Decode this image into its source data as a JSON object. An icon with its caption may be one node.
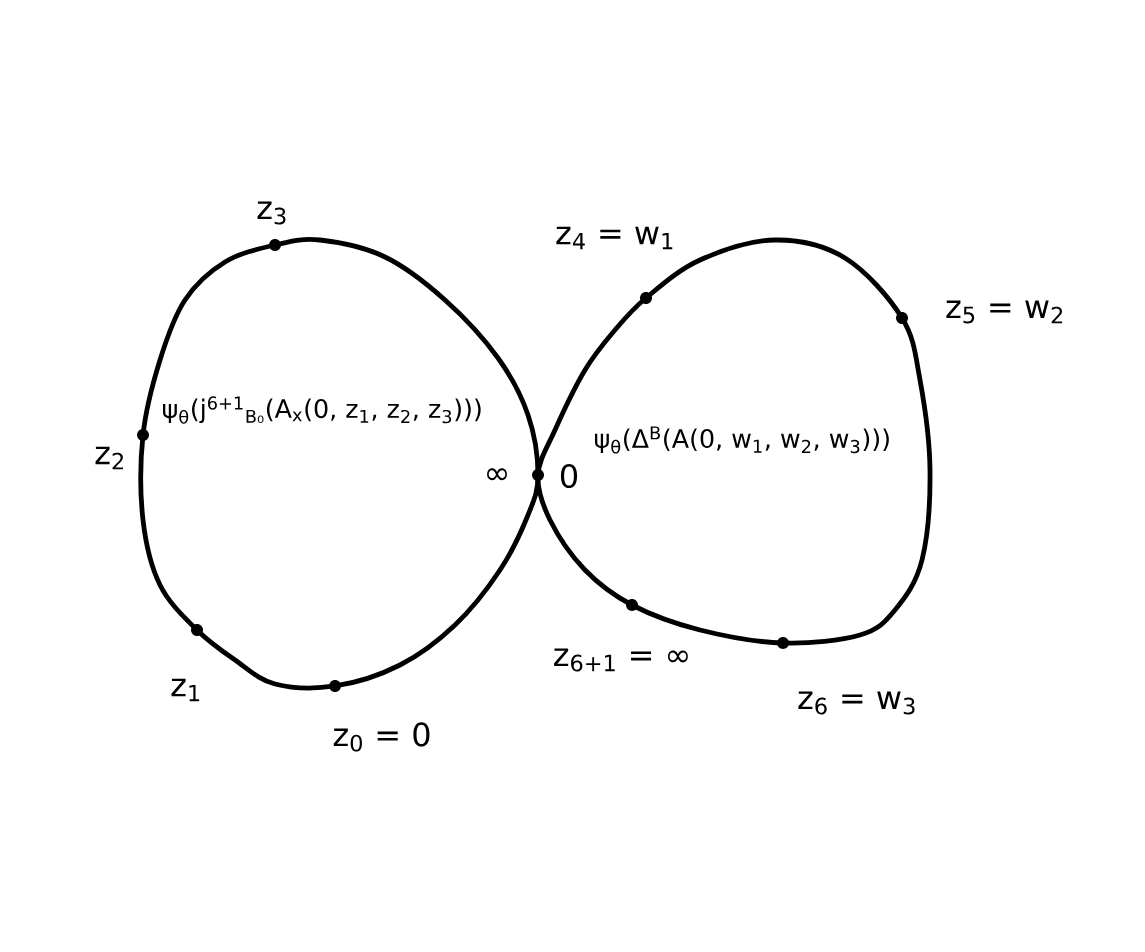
{
  "diagram": {
    "nodes": [
      {
        "text": [
          "ψ$_{θ}$(j$^{6+1}$$_{B₀}$(A$_{x}$(0, z$_{1}$, z$_{2}$, z$_{3}$)))"
        ]
      },
      {
        "text": [
          "ψ$_{θ}$(Δ$^{B}$(A(0, w$_{1}$, w$_{2}$, w$_{3}$)))"
        ]
      }
    ],
    "labels": [
      "z$_{3}$",
      "z$_{4}$ = w$_{1}$",
      "z$_{5}$ = w$_{2}$",
      "z$_{2}$",
      "∞",
      "0",
      "z$_{6+1}$ = ∞",
      "z$_{1}$",
      "z$_{6}$ = w$_{3}$",
      "z$_{0}$ = 0"
    ]
  }
}
